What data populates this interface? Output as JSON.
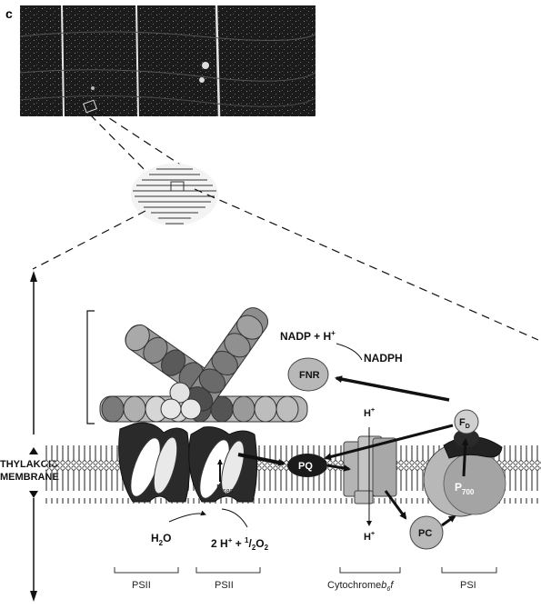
{
  "panel_letter": "c",
  "labels": {
    "thylakoid_line1": "THYLAKOID",
    "thylakoid_line2": "MEMBRANE",
    "nadp": "NADP + H",
    "nadp_sup": "+",
    "nadph": "NADPH",
    "fnr": "FNR",
    "h_top": "H",
    "h_top_sup": "+",
    "h_bottom": "H",
    "h_bottom_sup": "+",
    "fd": "F",
    "fd_sub": "D",
    "pq": "PQ",
    "pc": "PC",
    "p700": "P",
    "p700_sub": "700",
    "p680": "P",
    "p680_sub": "680",
    "water": "H",
    "water_sub": "2",
    "water_tail": "O",
    "products_a": "2 H",
    "products_a_sup": "+",
    "products_b": " + ",
    "products_c_sup": "1",
    "products_d": "/",
    "products_e_sub": "2",
    "products_f": "O",
    "products_g_sub": "2"
  },
  "bottom_labels": [
    "PSII",
    "PSII",
    "Cytochrome",
    "PSI"
  ],
  "cyto_suffix": "b",
  "cyto_suffix_sub": "6",
  "cyto_suffix_tail": "f",
  "colors": {
    "micrograph": "#141414",
    "protein_grey": "#a8a8a8",
    "protein_dark": "#2a2a2a",
    "pq_fill": "#1a1a1a"
  }
}
